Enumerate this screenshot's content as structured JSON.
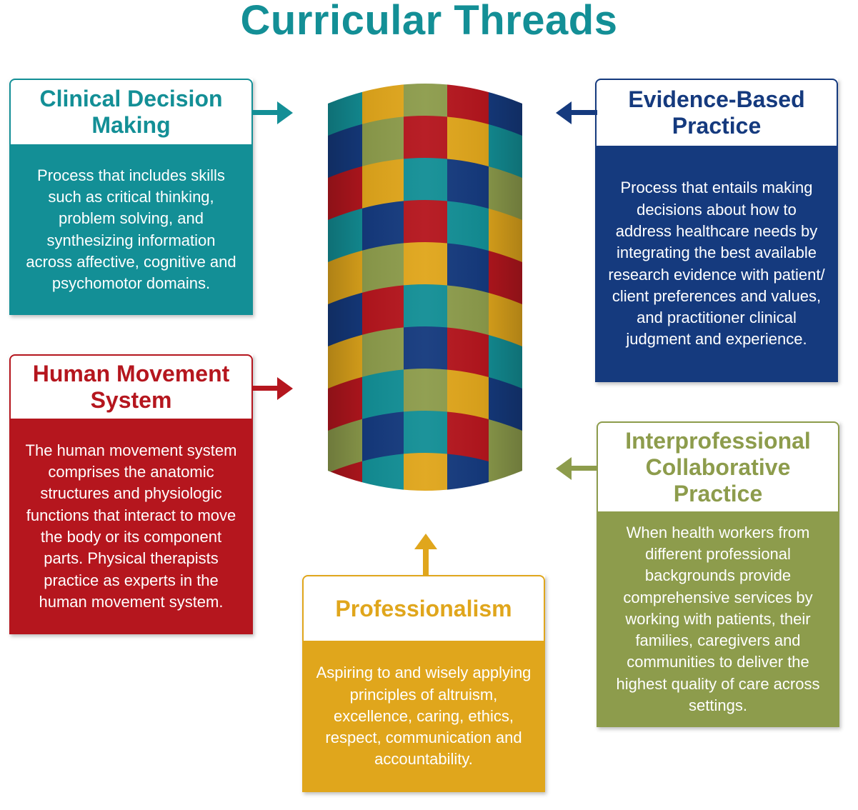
{
  "title": "Curricular Threads",
  "colors": {
    "teal": "#138f96",
    "navy": "#153a7e",
    "red": "#b5161e",
    "olive": "#8d9c4c",
    "gold": "#e0a61c"
  },
  "cards": [
    {
      "key": "clinical",
      "title": "Clinical Decision Making",
      "body": "Process that includes skills such as critical thinking, problem solving, and synthesizing information across affective, cognitive and psychomotor domains."
    },
    {
      "key": "evidence",
      "title": "Evidence-Based Practice",
      "body": "Process that entails making decisions about how to address healthcare needs by integrating the best available research evidence with patient/ client preferences and values, and practitioner clinical judgment and experience."
    },
    {
      "key": "movement",
      "title": "Human Movement System",
      "body": "The human movement system comprises the anatomic structures and physiologic functions that interact to move the body or its component parts. Physical therapists practice as experts in the human movement system."
    },
    {
      "key": "interprofessional",
      "title": "Interprofessional Collaborative Practice",
      "body": "When health workers from different professional backgrounds provide comprehensive services by working with patients, their families, caregivers and communities to deliver the highest quality of care across settings."
    },
    {
      "key": "professionalism",
      "title": "Professionalism",
      "body": "Aspiring to and wisely applying principles of altruism, excellence, caring, ethics, respect, communication and accountability."
    }
  ],
  "cylinder_grid": [
    [
      "teal",
      "gold",
      "olive",
      "red",
      "navy"
    ],
    [
      "navy",
      "olive",
      "red",
      "gold",
      "teal"
    ],
    [
      "red",
      "gold",
      "teal",
      "navy",
      "olive"
    ],
    [
      "teal",
      "navy",
      "red",
      "teal",
      "gold"
    ],
    [
      "gold",
      "olive",
      "gold",
      "navy",
      "red"
    ],
    [
      "navy",
      "red",
      "teal",
      "olive",
      "gold"
    ],
    [
      "gold",
      "olive",
      "navy",
      "red",
      "teal"
    ],
    [
      "red",
      "teal",
      "olive",
      "gold",
      "navy"
    ],
    [
      "olive",
      "navy",
      "teal",
      "red",
      "olive"
    ],
    [
      "red",
      "teal",
      "gold",
      "navy",
      "olive"
    ]
  ]
}
